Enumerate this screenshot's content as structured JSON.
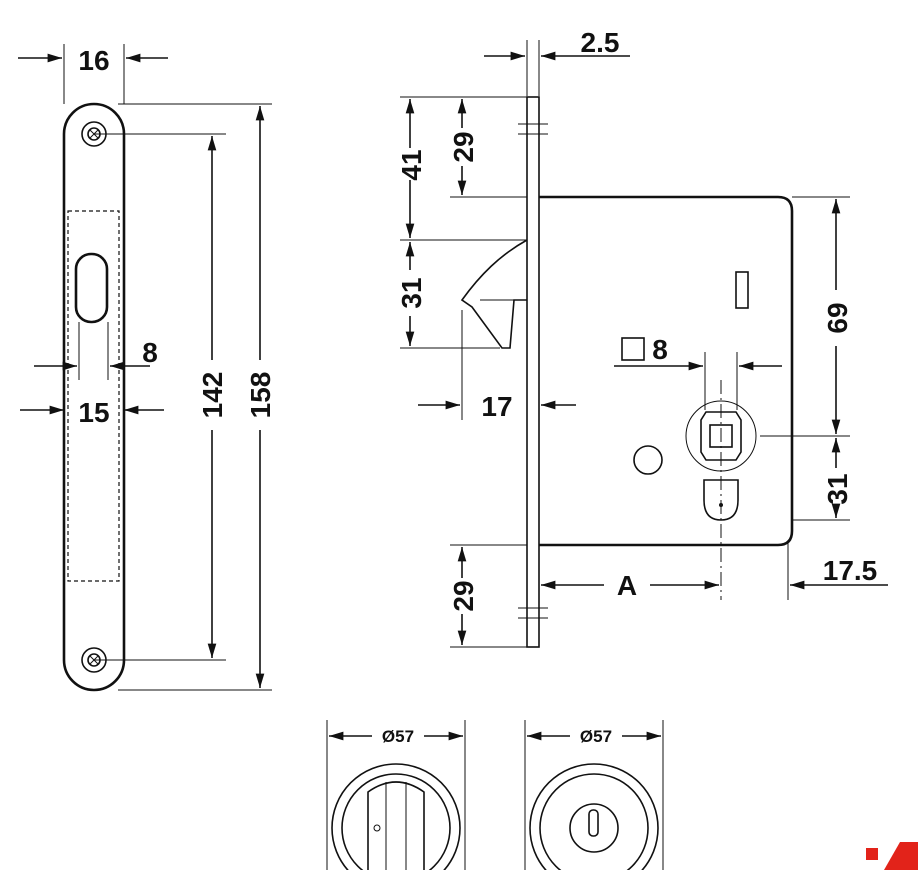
{
  "dimensions": {
    "faceplate_width": "16",
    "total_height": "158",
    "screw_spacing": "142",
    "keyhole_width": "8",
    "forend_inner_width": "15",
    "forend_thickness": "2.5",
    "top_to_body": "41",
    "top_to_hook": "29",
    "hook_height": "31",
    "hook_projection": "17",
    "body_height": "69",
    "spindle_to_bottom": "31",
    "body_back_offset": "17.5",
    "bottom_to_body": "29",
    "square_spindle": "8",
    "backset": "A",
    "rosette_left_diameter": "Ø57",
    "rosette_right_diameter": "Ø57"
  },
  "colors": {
    "line": "#111111",
    "background": "#ffffff",
    "logo": "#e2231a"
  }
}
